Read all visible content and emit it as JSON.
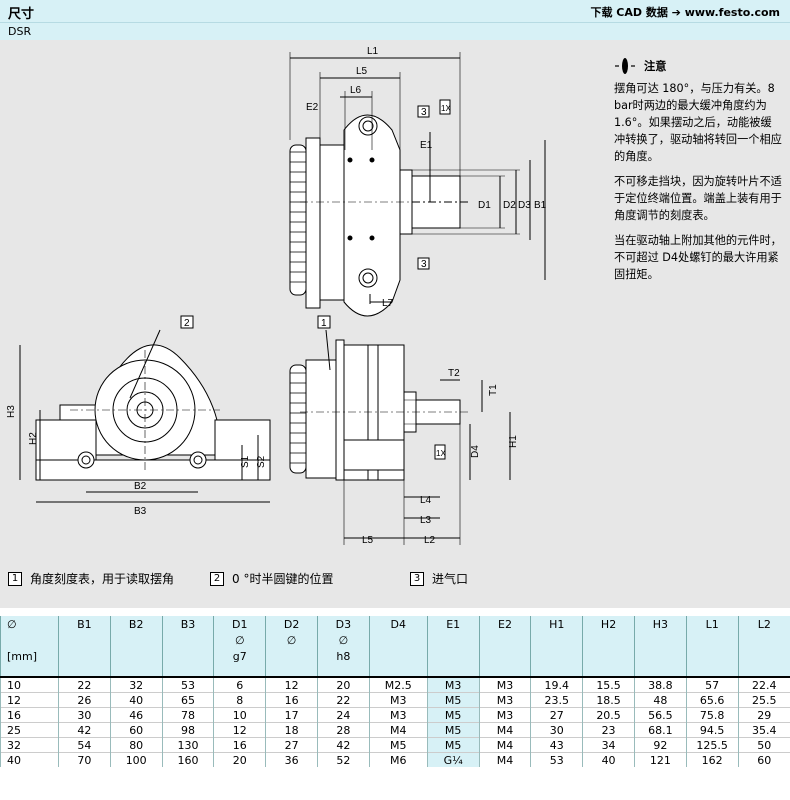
{
  "header": {
    "title": "尺寸",
    "cad_link": "下载 CAD 数据 ➔ www.festo.com"
  },
  "subheader": {
    "model": "DSR"
  },
  "notes": {
    "title": "注意",
    "paragraphs": [
      "摆角可达 180°，与压力有关。8 bar时两边的最大缓冲角度约为 1.6°。如果摆动之后，动能被缓冲转换了，驱动轴将转回一个相应的角度。",
      "不可移走挡块，因为旋转叶片不适于定位终端位置。端盖上装有用于角度调节的刻度表。",
      "当在驱动轴上附加其他的元件时，不可超过 D4处螺钉的最大许用紧固扭矩。"
    ]
  },
  "drawing_labels": {
    "l1": "L1",
    "l5": "L5",
    "l6": "L6",
    "e2": "E2",
    "e1": "E1",
    "d1": "D1",
    "d2": "D2",
    "d3": "D3",
    "b1": "B1",
    "l7": "L7",
    "h3": "H3",
    "h2": "H2",
    "b2": "B2",
    "b3": "B3",
    "s1": "S1",
    "s2": "S2",
    "t1": "T1",
    "t2": "T2",
    "h1": "H1",
    "d4": "D4",
    "l2": "L2",
    "l3": "L3",
    "l4": "L4",
    "tol": "1X",
    "c1": "1",
    "c2": "2",
    "c3": "3"
  },
  "legend": [
    {
      "num": "1",
      "text": "角度刻度表，用于读取摆角"
    },
    {
      "num": "2",
      "text": "0 °时半圆键的位置"
    },
    {
      "num": "3",
      "text": "进气口"
    }
  ],
  "table": {
    "headers": [
      [
        "∅",
        "",
        "[mm]"
      ],
      [
        "B1",
        "",
        ""
      ],
      [
        "B2",
        "",
        ""
      ],
      [
        "B3",
        "",
        ""
      ],
      [
        "D1",
        "∅",
        "g7"
      ],
      [
        "D2",
        "∅",
        ""
      ],
      [
        "D3",
        "∅",
        "h8"
      ],
      [
        "D4",
        "",
        ""
      ],
      [
        "E1",
        "",
        ""
      ],
      [
        "E2",
        "",
        ""
      ],
      [
        "H1",
        "",
        ""
      ],
      [
        "H2",
        "",
        ""
      ],
      [
        "H3",
        "",
        ""
      ],
      [
        "L1",
        "",
        ""
      ],
      [
        "L2",
        "",
        ""
      ]
    ],
    "rows": [
      [
        "10",
        "22",
        "32",
        "53",
        "6",
        "12",
        "20",
        "M2.5",
        "M3",
        "M3",
        "19.4",
        "15.5",
        "38.8",
        "57",
        "22.4"
      ],
      [
        "12",
        "26",
        "40",
        "65",
        "8",
        "16",
        "22",
        "M3",
        "M5",
        "M3",
        "23.5",
        "18.5",
        "48",
        "65.6",
        "25.5"
      ],
      [
        "16",
        "30",
        "46",
        "78",
        "10",
        "17",
        "24",
        "M3",
        "M5",
        "M3",
        "27",
        "20.5",
        "56.5",
        "75.8",
        "29"
      ],
      [
        "25",
        "42",
        "60",
        "98",
        "12",
        "18",
        "28",
        "M4",
        "M5",
        "M4",
        "30",
        "23",
        "68.1",
        "94.5",
        "35.4"
      ],
      [
        "32",
        "54",
        "80",
        "130",
        "16",
        "27",
        "42",
        "M5",
        "M5",
        "M4",
        "43",
        "34",
        "92",
        "125.5",
        "50"
      ],
      [
        "40",
        "70",
        "100",
        "160",
        "20",
        "36",
        "52",
        "M6",
        "G¼",
        "M4",
        "53",
        "40",
        "121",
        "162",
        "60"
      ]
    ]
  },
  "colors": {
    "header_bg": "#d7f1f6",
    "drawing_bg": "#e7e7e7",
    "highlight_col": "#d7f1f6"
  }
}
